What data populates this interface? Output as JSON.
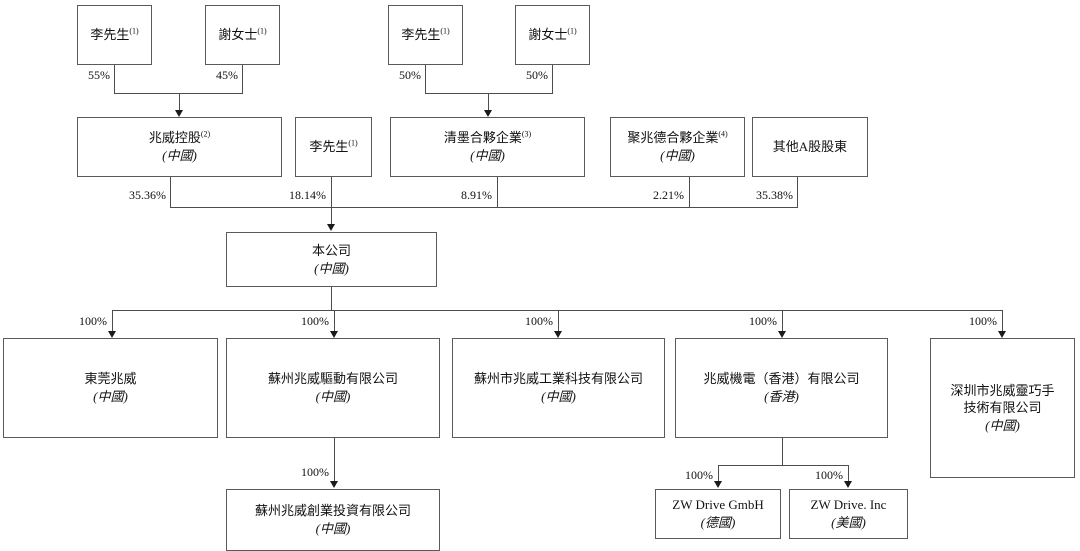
{
  "diagram": {
    "type": "org-ownership-chart",
    "title": "",
    "nodes": {
      "li_a": {
        "name": "李先生",
        "footnote": "(1)",
        "country": ""
      },
      "xie_a": {
        "name": "謝女士",
        "footnote": "(1)",
        "country": ""
      },
      "li_b": {
        "name": "李先生",
        "footnote": "(1)",
        "country": ""
      },
      "xie_b": {
        "name": "謝女士",
        "footnote": "(1)",
        "country": ""
      },
      "zhaowei_holding": {
        "name": "兆威控股",
        "footnote": "(2)",
        "country": "(中國)"
      },
      "li_direct": {
        "name": "李先生",
        "footnote": "(1)",
        "country": ""
      },
      "qingmo": {
        "name": "清墨合夥企業",
        "footnote": "(3)",
        "country": "(中國)"
      },
      "juzhaode": {
        "name": "聚兆德合夥企業",
        "footnote": "(4)",
        "country": "(中國)"
      },
      "other_a_shareholders": {
        "name": "其他A股股東",
        "footnote": "",
        "country": ""
      },
      "company": {
        "name": "本公司",
        "footnote": "",
        "country": "(中國)"
      },
      "dongguan": {
        "name": "東莞兆威",
        "footnote": "",
        "country": "(中國)"
      },
      "suzhou_drive": {
        "name": "蘇州兆威驅動有限公司",
        "footnote": "",
        "country": "(中國)"
      },
      "suzhou_industrial": {
        "name": "蘇州市兆威工業科技有限公司",
        "footnote": "",
        "country": "(中國)"
      },
      "hk": {
        "name": "兆威機電（香港）有限公司",
        "footnote": "",
        "country": "(香港)"
      },
      "shenzhen_hand": {
        "name": "深圳市兆威靈巧手\n技術有限公司",
        "footnote": "",
        "country": "(中國)"
      },
      "suzhou_venture": {
        "name": "蘇州兆威創業投資有限公司",
        "footnote": "",
        "country": "(中國)"
      },
      "zw_gmbh": {
        "name": "ZW Drive GmbH",
        "footnote": "",
        "country": "(德國)"
      },
      "zw_inc": {
        "name": "ZW Drive. Inc",
        "footnote": "",
        "country": "(美國)"
      }
    },
    "edges": [
      {
        "from": "li_a",
        "to": "zhaowei_holding",
        "label": "55%"
      },
      {
        "from": "xie_a",
        "to": "zhaowei_holding",
        "label": "45%"
      },
      {
        "from": "li_b",
        "to": "qingmo",
        "label": "50%"
      },
      {
        "from": "xie_b",
        "to": "qingmo",
        "label": "50%"
      },
      {
        "from": "zhaowei_holding",
        "to": "company",
        "label": "35.36%"
      },
      {
        "from": "li_direct",
        "to": "company",
        "label": "18.14%"
      },
      {
        "from": "qingmo",
        "to": "company",
        "label": "8.91%"
      },
      {
        "from": "juzhaode",
        "to": "company",
        "label": "2.21%"
      },
      {
        "from": "other_a_shareholders",
        "to": "company",
        "label": "35.38%"
      },
      {
        "from": "company",
        "to": "dongguan",
        "label": "100%"
      },
      {
        "from": "company",
        "to": "suzhou_drive",
        "label": "100%"
      },
      {
        "from": "company",
        "to": "suzhou_industrial",
        "label": "100%"
      },
      {
        "from": "company",
        "to": "hk",
        "label": "100%"
      },
      {
        "from": "company",
        "to": "shenzhen_hand",
        "label": "100%"
      },
      {
        "from": "suzhou_drive",
        "to": "suzhou_venture",
        "label": "100%"
      },
      {
        "from": "hk",
        "to": "zw_gmbh",
        "label": "100%"
      },
      {
        "from": "hk",
        "to": "zw_inc",
        "label": "100%"
      }
    ],
    "percent_labels": {
      "p55": "55%",
      "p45": "45%",
      "p50_a": "50%",
      "p50_b": "50%",
      "p3536": "35.36%",
      "p1814": "18.14%",
      "p891": "8.91%",
      "p221": "2.21%",
      "p3538": "35.38%",
      "p100_1": "100%",
      "p100_2": "100%",
      "p100_3": "100%",
      "p100_4": "100%",
      "p100_5": "100%",
      "p100_6": "100%",
      "p100_7": "100%",
      "p100_8": "100%"
    },
    "colors": {
      "border": "#5a5a5a",
      "line": "#4c4c4c",
      "arrow": "#1a1a1a",
      "text": "#111111",
      "background": "#ffffff"
    }
  }
}
